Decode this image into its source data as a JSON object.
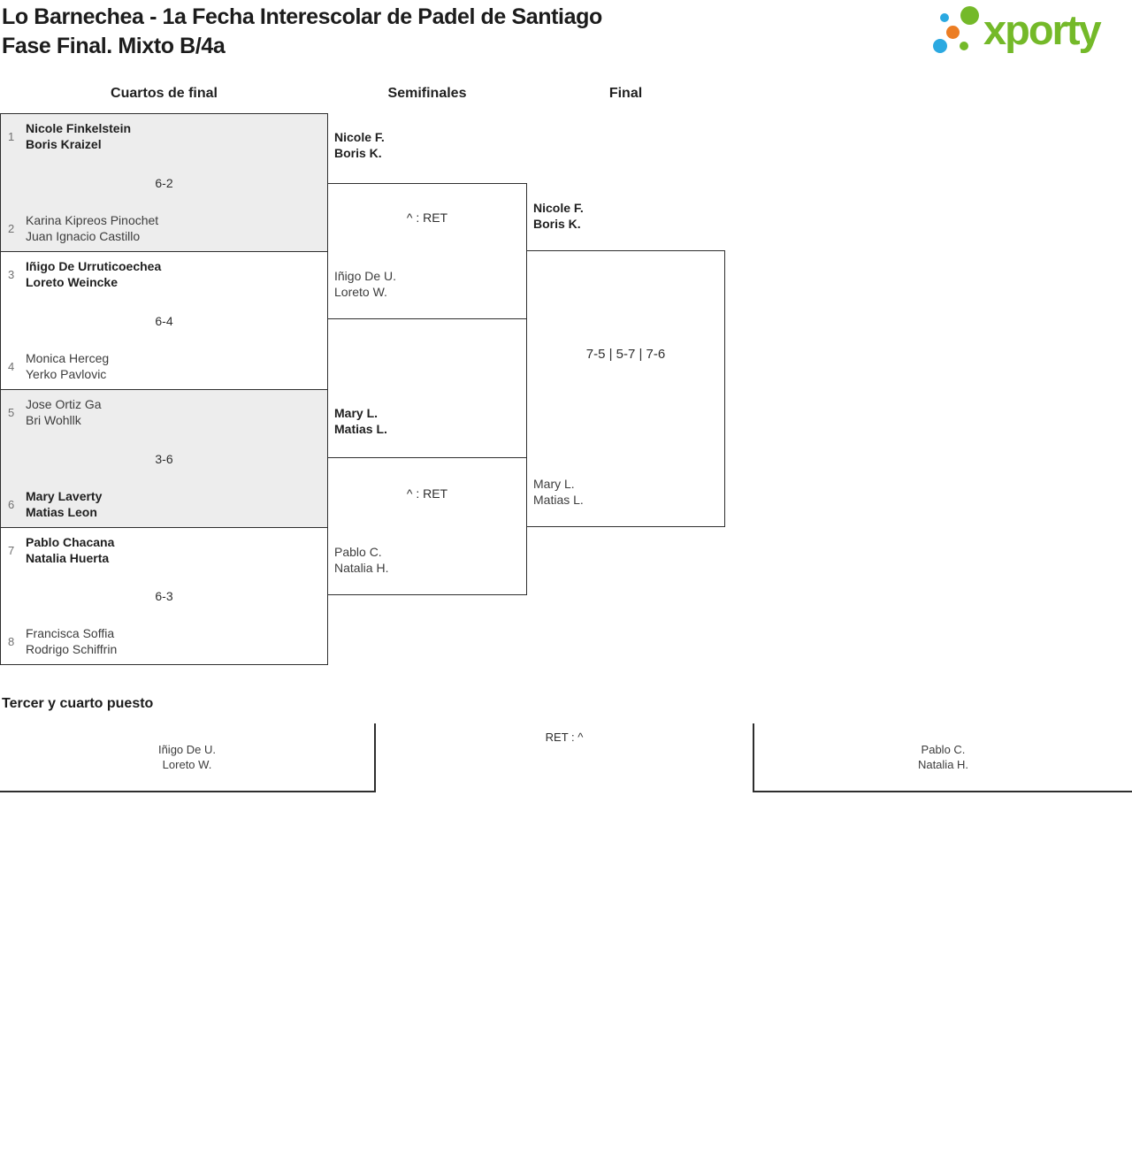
{
  "header": {
    "title_line1": "Lo Barnechea - 1a Fecha Interescolar de Padel de Santiago",
    "title_line2": "Fase Final. Mixto B/4a",
    "logo_text": "xporty"
  },
  "colors": {
    "logo_green": "#74b929",
    "logo_blue": "#2ba9e1",
    "logo_orange": "#ec7d23",
    "shaded_row_bg": "#ededed",
    "border": "#2e2e2e"
  },
  "columns": {
    "quarterfinals": "Cuartos de final",
    "semifinals": "Semifinales",
    "final": "Final"
  },
  "quarterfinals": [
    {
      "seed_top": "1",
      "team_top_line1": "Nicole Finkelstein",
      "team_top_line2": "Boris Kraizel",
      "score": "6-2",
      "seed_bottom": "2",
      "team_bottom_line1": "Karina Kipreos Pinochet",
      "team_bottom_line2": "Juan Ignacio Castillo"
    },
    {
      "seed_top": "3",
      "team_top_line1": "Iñigo De Urruticoechea",
      "team_top_line2": "Loreto Weincke",
      "score": "6-4",
      "seed_bottom": "4",
      "team_bottom_line1": "Monica Herceg",
      "team_bottom_line2": "Yerko Pavlovic"
    },
    {
      "seed_top": "5",
      "team_top_line1": "Jose Ortiz Ga",
      "team_top_line2": "Bri Wohllk",
      "score": "3-6",
      "seed_bottom": "6",
      "team_bottom_line1": "Mary Laverty",
      "team_bottom_line2": "Matias Leon"
    },
    {
      "seed_top": "7",
      "team_top_line1": "Pablo Chacana",
      "team_top_line2": "Natalia Huerta",
      "score": "6-3",
      "seed_bottom": "8",
      "team_bottom_line1": "Francisca Soffia",
      "team_bottom_line2": "Rodrigo Schiffrin"
    }
  ],
  "semifinals": [
    {
      "top_line1": "Nicole F.",
      "top_line2": "Boris K.",
      "score": "^ : RET",
      "bottom_line1": "Iñigo De U.",
      "bottom_line2": "Loreto W."
    },
    {
      "top_line1": "Mary L.",
      "top_line2": "Matias L.",
      "score": "^ : RET",
      "bottom_line1": "Pablo C.",
      "bottom_line2": "Natalia H."
    }
  ],
  "final": {
    "top_line1": "Nicole F.",
    "top_line2": "Boris K.",
    "score": "7-5 | 5-7 | 7-6",
    "bottom_line1": "Mary L.",
    "bottom_line2": "Matias L."
  },
  "third_place": {
    "heading": "Tercer y cuarto puesto",
    "left_line1": "Iñigo De U.",
    "left_line2": "Loreto W.",
    "score": "RET : ^",
    "right_line1": "Pablo C.",
    "right_line2": "Natalia H."
  }
}
